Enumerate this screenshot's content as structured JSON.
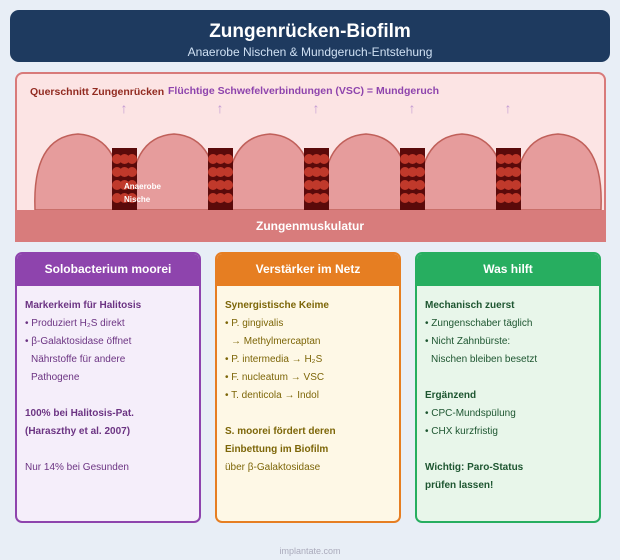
{
  "header": {
    "title": "Zungenrücken-Biofilm",
    "subtitle": "Anaerobe Nischen & Mundgeruch-Entstehung"
  },
  "diagram": {
    "section_label": "Querschnitt Zungenrücken",
    "vsc_label": "Flüchtige Schwefelverbindungen (VSC) = Mundgeruch",
    "niche_label_1": "Anaerobe",
    "niche_label_2": "Nische",
    "muscle_label": "Zungenmuskulatur",
    "arrow_glyph": "↑"
  },
  "cards": [
    {
      "title": "Solobacterium moorei",
      "color": "#8e44ad",
      "lines": [
        {
          "t": "Markerkeim für Halitosis",
          "s": "b"
        },
        {
          "t": "• Produziert H₂S direkt"
        },
        {
          "t": "• β-Galaktosidase öffnet"
        },
        {
          "t": "Nährstoffe für andere",
          "s": "ind"
        },
        {
          "t": "Pathogene",
          "s": "ind"
        },
        {
          "t": "",
          "s": "gap"
        },
        {
          "t": "100% bei Halitosis-Pat.",
          "s": "b"
        },
        {
          "t": "(Haraszthy et al. 2007)",
          "s": "b"
        },
        {
          "t": "",
          "s": "gap"
        },
        {
          "t": "Nur 14% bei Gesunden"
        }
      ]
    },
    {
      "title": "Verstärker im Netz",
      "color": "#e67e22",
      "lines": [
        {
          "t": "Synergistische Keime",
          "s": "b"
        },
        {
          "t": "• P. gingivalis"
        },
        {
          "t": "→ Methylmercaptan",
          "s": "ind"
        },
        {
          "t": "• P. intermedia → H₂S"
        },
        {
          "t": "• F. nucleatum → VSC"
        },
        {
          "t": "• T. denticola → Indol"
        },
        {
          "t": "",
          "s": "gap"
        },
        {
          "t": "S. moorei fördert deren",
          "s": "b"
        },
        {
          "t": "Einbettung im Biofilm",
          "s": "b"
        },
        {
          "t": "über β-Galaktosidase"
        }
      ]
    },
    {
      "title": "Was hilft",
      "color": "#27ae60",
      "lines": [
        {
          "t": "Mechanisch zuerst",
          "s": "b"
        },
        {
          "t": "• Zungenschaber täglich"
        },
        {
          "t": "• Nicht Zahnbürste:"
        },
        {
          "t": "Nischen bleiben besetzt",
          "s": "ind"
        },
        {
          "t": "",
          "s": "gap"
        },
        {
          "t": "Ergänzend",
          "s": "b"
        },
        {
          "t": "• CPC-Mundspülung"
        },
        {
          "t": "• CHX kurzfristig"
        },
        {
          "t": "",
          "s": "gap"
        },
        {
          "t": "Wichtig: Paro-Status",
          "s": "b"
        },
        {
          "t": "prüfen lassen!",
          "s": "b"
        }
      ]
    }
  ],
  "footer": "implantate.com"
}
